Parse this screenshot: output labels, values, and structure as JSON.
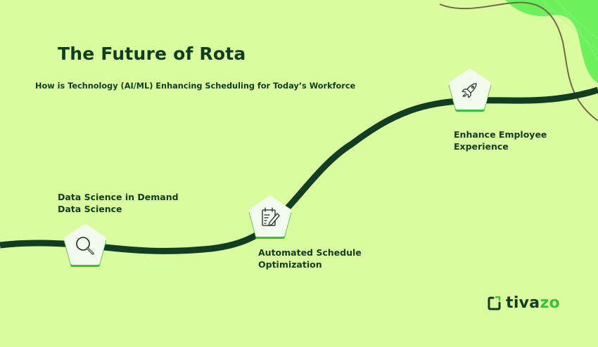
{
  "header": {
    "title": "The Future of Rota",
    "subtitle": "How is Technology (AI/ML) Enhancing Scheduling for Today’s Workforce"
  },
  "steps": [
    {
      "icon": "search-icon",
      "lines": [
        "Data Science in Demand",
        "Data Science"
      ]
    },
    {
      "icon": "clipboard-edit-icon",
      "lines": [
        "Automated Schedule",
        "Optimization"
      ]
    },
    {
      "icon": "rocket-icon",
      "lines": [
        "Enhance Employee",
        "Experience"
      ]
    }
  ],
  "logo": {
    "icon": "tivazo-logo-icon",
    "text_dark": "tiva",
    "text_green": "zo"
  },
  "colors": {
    "background": "#dafc9e",
    "text": "#0f3d22",
    "path": "#113d25",
    "accent": "#3cc03c",
    "blob": "#6cf05c",
    "thin_curve": "#6e6a4e",
    "node_fill": "#f2fbec"
  }
}
